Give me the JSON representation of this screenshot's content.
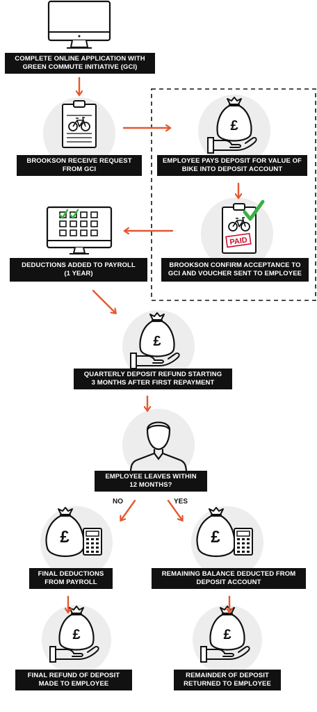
{
  "colors": {
    "arrow": "#E4572E",
    "label_bg": "#111111",
    "label_text": "#FFFFFF",
    "circle": "#EDEDED",
    "check": "#3CB043",
    "stamp": "#C8102E"
  },
  "steps": {
    "online_application": {
      "line1": "COMPLETE ONLINE APPLICATION WITH",
      "line2": "GREEN COMMUTE INITIATIVE (GCI)",
      "icon": "monitor-icon"
    },
    "receive_request": {
      "line1": "BROOKSON RECEIVE REQUEST",
      "line2": "FROM GCI",
      "icon": "clipboard-bike-icon"
    },
    "employee_deposit": {
      "line1": "EMPLOYEE PAYS DEPOSIT FOR VALUE OF",
      "line2": "BIKE INTO DEPOSIT ACCOUNT",
      "icon": "money-bag-hand-icon"
    },
    "confirm_acceptance": {
      "line1": "BROOKSON CONFIRM ACCEPTANCE TO",
      "line2": "GCI AND VOUCHER SENT TO EMPLOYEE",
      "icon": "clipboard-paid-icon",
      "stamp": "PAID"
    },
    "payroll_deductions": {
      "line1": "DEDUCTIONS ADDED TO PAYROLL",
      "line2": "(1 YEAR)",
      "icon": "calendar-monitor-icon"
    },
    "quarterly_refund": {
      "line1": "QUARTERLY DEPOSIT REFUND STARTING",
      "line2": "3 MONTHS AFTER FIRST REPAYMENT",
      "icon": "money-bag-hand-icon"
    },
    "employee_leaves": {
      "line1": "EMPLOYEE LEAVES WITHIN",
      "line2": "12 MONTHS?",
      "icon": "person-icon"
    },
    "final_deductions": {
      "line1": "FINAL DEDUCTIONS",
      "line2": "FROM PAYROLL",
      "icon": "money-bag-calculator-icon"
    },
    "remaining_balance": {
      "line1": "REMAINING BALANCE DEDUCTED FROM",
      "line2": "DEPOSIT ACCOUNT",
      "icon": "money-bag-calculator-icon"
    },
    "final_refund": {
      "line1": "FINAL REFUND OF DEPOSIT",
      "line2": "MADE TO EMPLOYEE",
      "icon": "money-bag-hand-icon"
    },
    "remainder_returned": {
      "line1": "REMAINDER OF DEPOSIT",
      "line2": "RETURNED TO EMPLOYEE",
      "icon": "money-bag-hand-icon"
    }
  },
  "branches": {
    "no": "NO",
    "yes": "YES"
  },
  "currency_symbol": "£"
}
